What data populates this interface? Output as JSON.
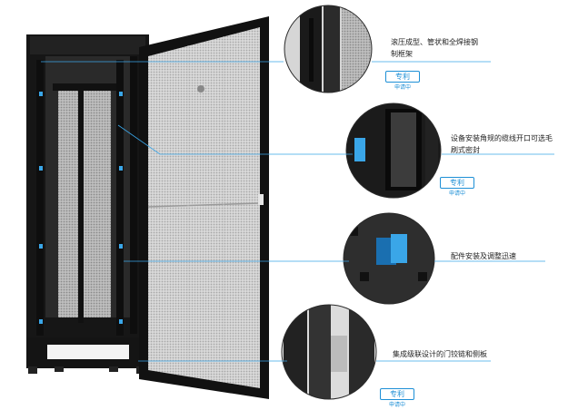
{
  "features": [
    {
      "text_line1": "滚压成型、管状和全焊接钢",
      "text_line2": "制框架",
      "badge": "专利",
      "badge_status": "申请中"
    },
    {
      "text_line1": "设备安装角规的缆线开口可选毛",
      "text_line2": "刷式密封",
      "badge": "专利",
      "badge_status": "申请中"
    },
    {
      "text_line1": "配件安装及调整迅速",
      "text_line2": ""
    },
    {
      "text_line1": "集成级联设计的门铰链和侧板",
      "text_line2": "",
      "badge": "专利",
      "badge_status": "申请中"
    }
  ],
  "colors": {
    "accent": "#1d8fd6",
    "frame": "#141414",
    "mesh": "#bdbdbd"
  }
}
